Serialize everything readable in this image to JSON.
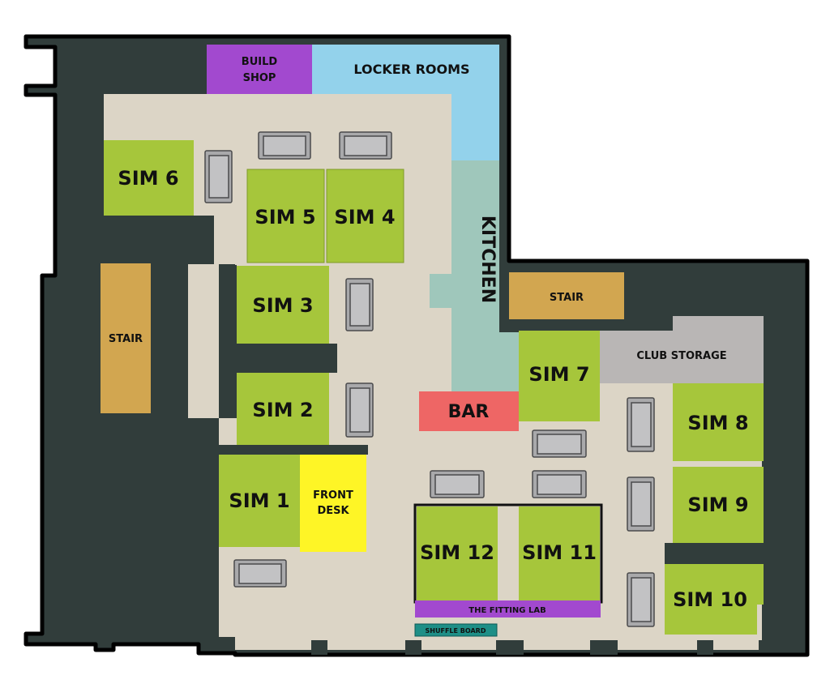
{
  "colors": {
    "wall": "#313d3b",
    "floor": "#dcd5c6",
    "sim": "#a6c63b",
    "purple": "#a249cf",
    "locker": "#93d2eb",
    "kitchen": "#9fc7bb",
    "stair": "#d2a650",
    "bar": "#ee6665",
    "storage": "#b9b6b5",
    "front_desk": "#fef526",
    "teal": "#1e8f87",
    "seat": "#a9a9ab"
  },
  "rooms": {
    "build_shop_line1": "BUILD",
    "build_shop_line2": "SHOP",
    "locker_rooms": "LOCKER ROOMS",
    "kitchen": "KITCHEN",
    "stair_left": "STAIR",
    "stair_right": "STAIR",
    "club_storage": "CLUB STORAGE",
    "bar": "BAR",
    "front_desk_line1": "FRONT",
    "front_desk_line2": "DESK",
    "fitting_lab": "THE FITTING LAB",
    "shuffle_board": "SHUFFLE BOARD"
  },
  "sims": {
    "s1": "SIM 1",
    "s2": "SIM 2",
    "s3": "SIM 3",
    "s4": "SIM 4",
    "s5": "SIM 5",
    "s6": "SIM 6",
    "s7": "SIM 7",
    "s8": "SIM 8",
    "s9": "SIM 9",
    "s10": "SIM 10",
    "s11": "SIM 11",
    "s12": "SIM 12"
  }
}
